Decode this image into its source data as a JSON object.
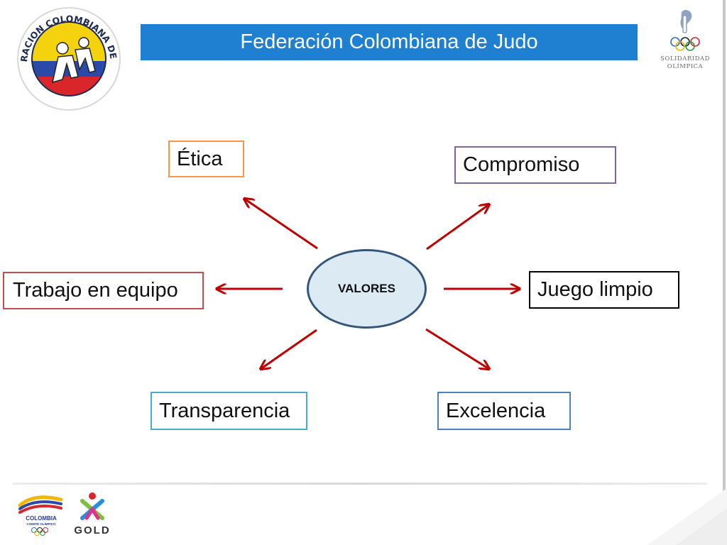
{
  "header": {
    "title": "Federación Colombiana de Judo"
  },
  "logos": {
    "federation": {
      "icon": "judo-federation-emblem-icon",
      "text": "FEDERACION COLOMBIANA DE JUDO"
    },
    "solidarity": {
      "icon": "olympic-solidarity-icon",
      "line1": "SOLIDARIDAD",
      "line2": "OLÍMPICA"
    },
    "committee": {
      "icon": "colombian-olympic-committee-icon",
      "line1": "COLOMBIA",
      "line2": "COMITÉ OLÍMPICO"
    },
    "gold": {
      "icon": "gold-program-icon",
      "text": "GOLD"
    }
  },
  "diagram": {
    "center": {
      "label": "VALORES"
    },
    "values": [
      {
        "key": "etica",
        "label": "Ética",
        "color": "#f79646"
      },
      {
        "key": "compromiso",
        "label": "Compromiso",
        "color": "#8064a2"
      },
      {
        "key": "trabajo",
        "label": "Trabajo en equipo",
        "color": "#c0504d"
      },
      {
        "key": "juego",
        "label": "Juego limpio",
        "color": "#000000"
      },
      {
        "key": "transparencia",
        "label": "Transparencia",
        "color": "#4bacc6"
      },
      {
        "key": "excelencia",
        "label": "Excelencia",
        "color": "#4f81bd"
      }
    ],
    "arrow_color": "#c00000"
  }
}
